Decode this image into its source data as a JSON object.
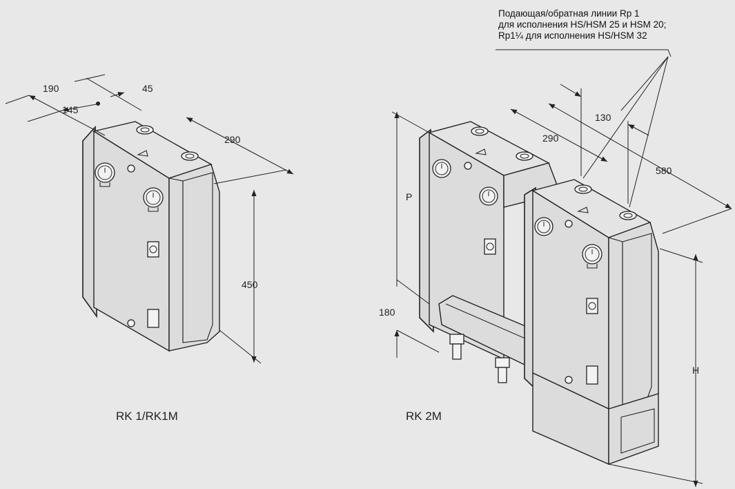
{
  "units": {
    "rk1": {
      "caption": "RK 1/RK1M",
      "dims": {
        "d190": "190",
        "d145": "145",
        "d45": "45",
        "d290": "290",
        "d450": "450"
      }
    },
    "rk2": {
      "caption": "RK 2M",
      "dims": {
        "d130": "130",
        "d290": "290",
        "d580": "580",
        "dP": "P",
        "d180": "180",
        "dH": "H"
      }
    }
  },
  "note": {
    "lines": [
      "Подающая/обратная линии Rp 1",
      "для исполнения HS/HSM 25 и HSM 20;",
      "Rp1¼ для исполнения HS/HSM 32"
    ]
  },
  "icons": [
    "pressure-gauge-icon",
    "flow-arrow-icon",
    "indicator-window-icon",
    "screw-icon",
    "pipe-connection-icon"
  ],
  "colors": {
    "background": "#e8e8e8",
    "line": "#222222",
    "body": "#d9d9d9"
  }
}
